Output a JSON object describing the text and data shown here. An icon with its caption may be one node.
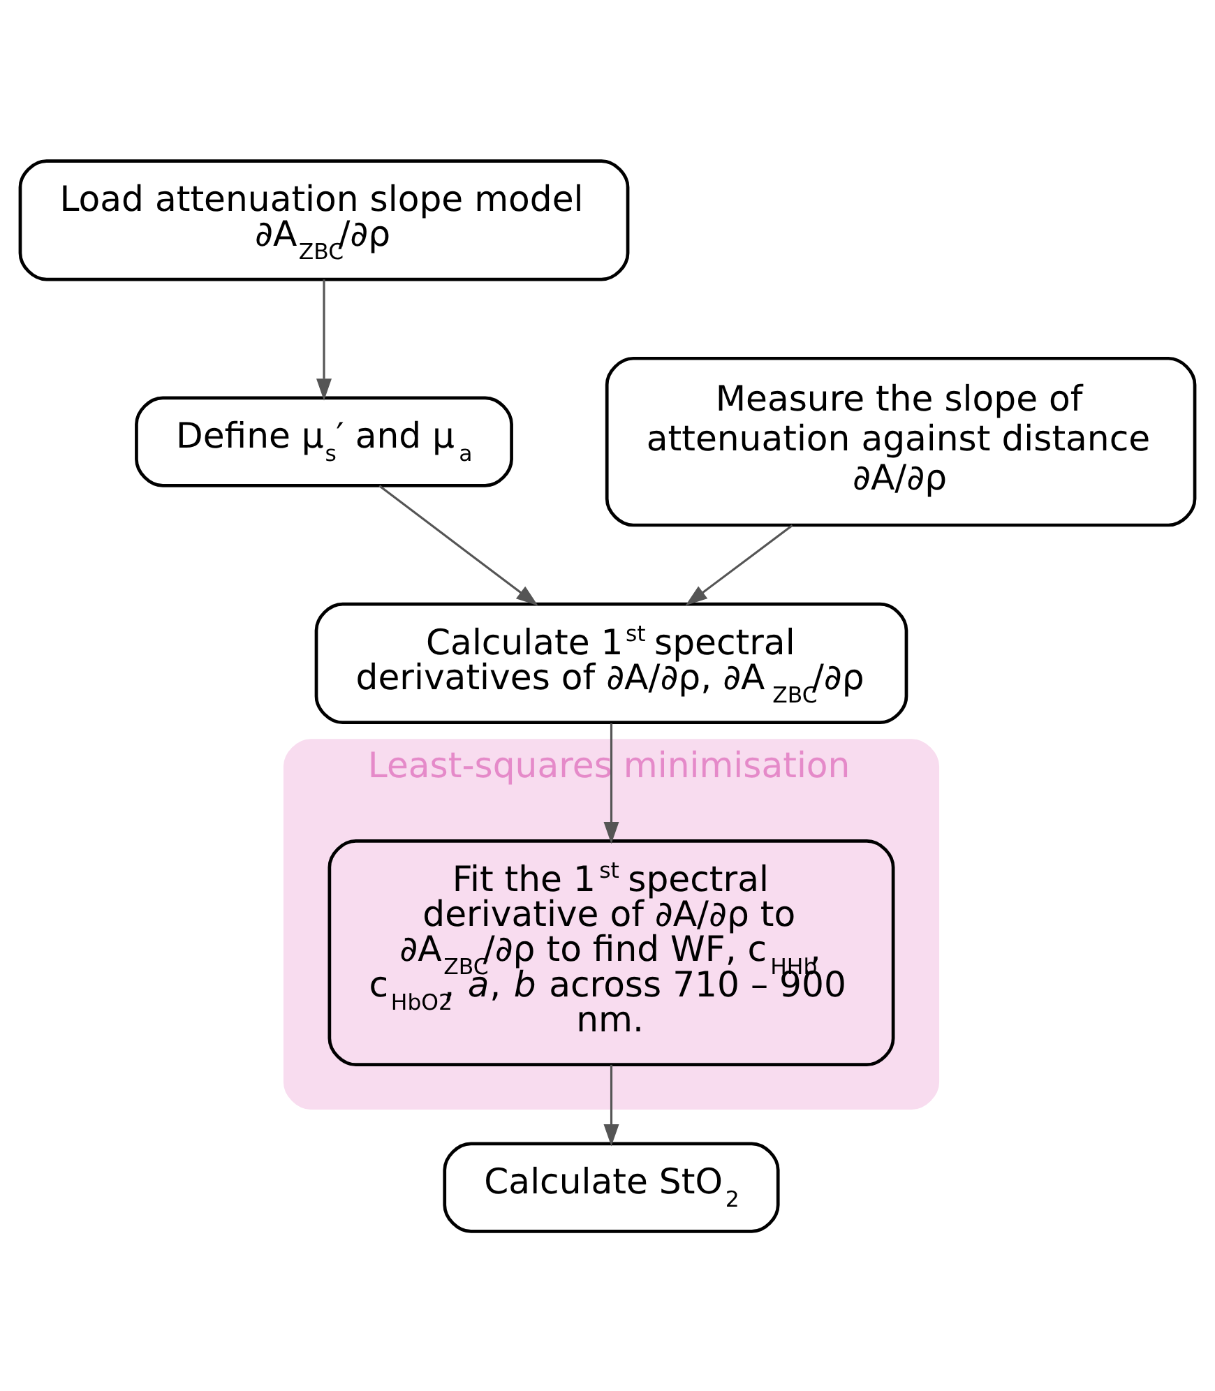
{
  "diagram": {
    "nodes": [
      {
        "text": [
          "Load attenuation slope model ∂A$_{ZBC}$/∂ρ"
        ]
      },
      {
        "text": [
          "Measure the slope of attenuation against distance ∂A/∂ρ"
        ]
      },
      {
        "text": [
          "Define μ$_{s}$′ and μ$_{a}$"
        ]
      },
      {
        "text": [
          "Calculate 1$^{st}$ spectral derivatives of ∂A/∂ρ, ∂A$_{ZBC}$/∂ρ"
        ]
      },
      {
        "text": [
          "Least-squares minimisation"
        ]
      },
      {
        "text": [
          "Fit the 1$^{st}$ spectral derivative of ∂A/∂ρ to ∂A$_{ZBC}$/∂ρ to find WF, c$_{HHb}$, c$_{HbO2}$, *a*, *b* across 710 – 900 nm."
        ],
        "in": 4
      },
      {
        "text": [
          "Calculate StO$_{2}$"
        ]
      }
    ],
    "edges": [
      {
        "from": 0,
        "to": 2,
        "arrow": "to"
      },
      {
        "from": 1,
        "to": 3,
        "arrow": "to"
      },
      {
        "from": 2,
        "to": 3,
        "arrow": "to"
      },
      {
        "from": 3,
        "to": 5,
        "arrow": "to"
      },
      {
        "from": 5,
        "to": 6,
        "arrow": "to"
      }
    ]
  }
}
